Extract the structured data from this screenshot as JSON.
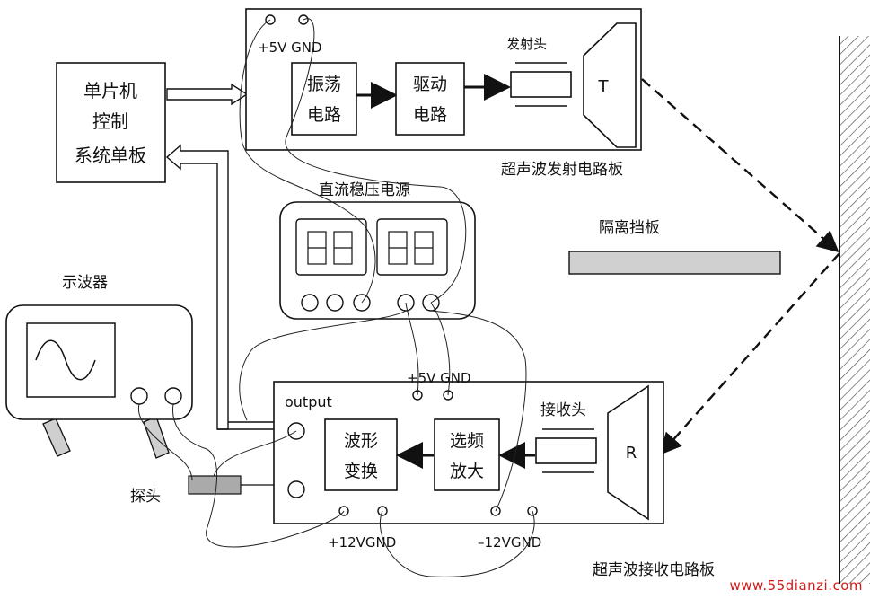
{
  "mcu": {
    "line1": "单片机",
    "line2": "控制",
    "line3": "系统单板"
  },
  "transmitter": {
    "terminals": "+5V GND",
    "oscillator": {
      "line1": "振荡",
      "line2": "电路"
    },
    "driver": {
      "line1": "驱动",
      "line2": "电路"
    },
    "head_label": "发射头",
    "transducer": "T",
    "board_label": "超声波发射电路板"
  },
  "power_supply": {
    "label": "直流稳压电源"
  },
  "barrier": {
    "label": "隔离挡板"
  },
  "oscilloscope": {
    "label": "示波器"
  },
  "probe": {
    "label": "探头"
  },
  "receiver": {
    "top_terminals": "+5V  GND",
    "output_label": "output",
    "waveform": {
      "line1": "波形",
      "line2": "变换"
    },
    "amplifier": {
      "line1": "选频",
      "line2": "放大"
    },
    "head_label": "接收头",
    "transducer": "R",
    "bottom_left_terminals": "+12VGND",
    "bottom_right_terminals": "–12VGND",
    "board_label": "超声波接收电路板"
  },
  "watermark": "www.55dianzi.com"
}
